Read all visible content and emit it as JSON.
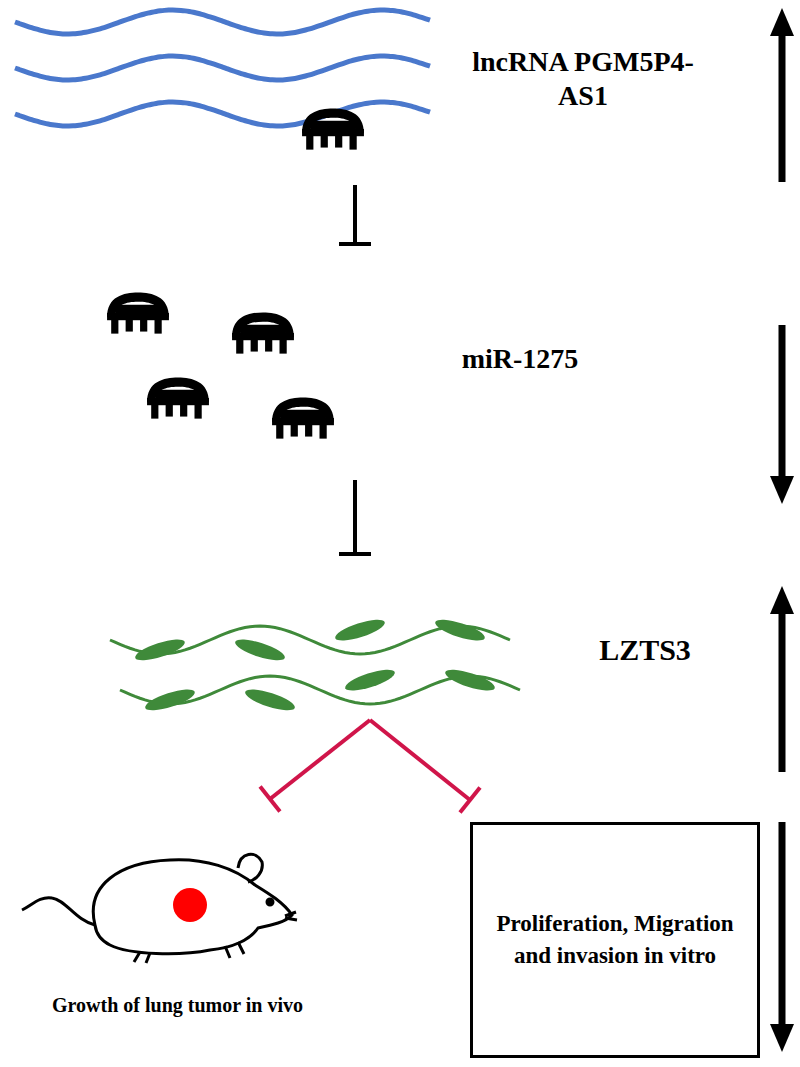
{
  "diagram": {
    "nodes": [
      {
        "text": [
          "lncRNA PGM5P4-AS1"
        ]
      },
      {
        "text": [
          "miR-1275"
        ]
      },
      {
        "text": [
          "LZTS3"
        ]
      },
      {
        "text": [
          "Growth of lung tumor in vivo"
        ]
      },
      {
        "text": [
          "Proliferation, Migration and invasion in vitro"
        ]
      }
    ],
    "edges": [
      {
        "from": 0,
        "to": 1,
        "arrow": "to"
      },
      {
        "from": 1,
        "to": 2,
        "arrow": "to"
      },
      {
        "from": 2,
        "to": 3,
        "arrow": "to"
      },
      {
        "from": 2,
        "to": 4,
        "arrow": "to"
      }
    ]
  }
}
